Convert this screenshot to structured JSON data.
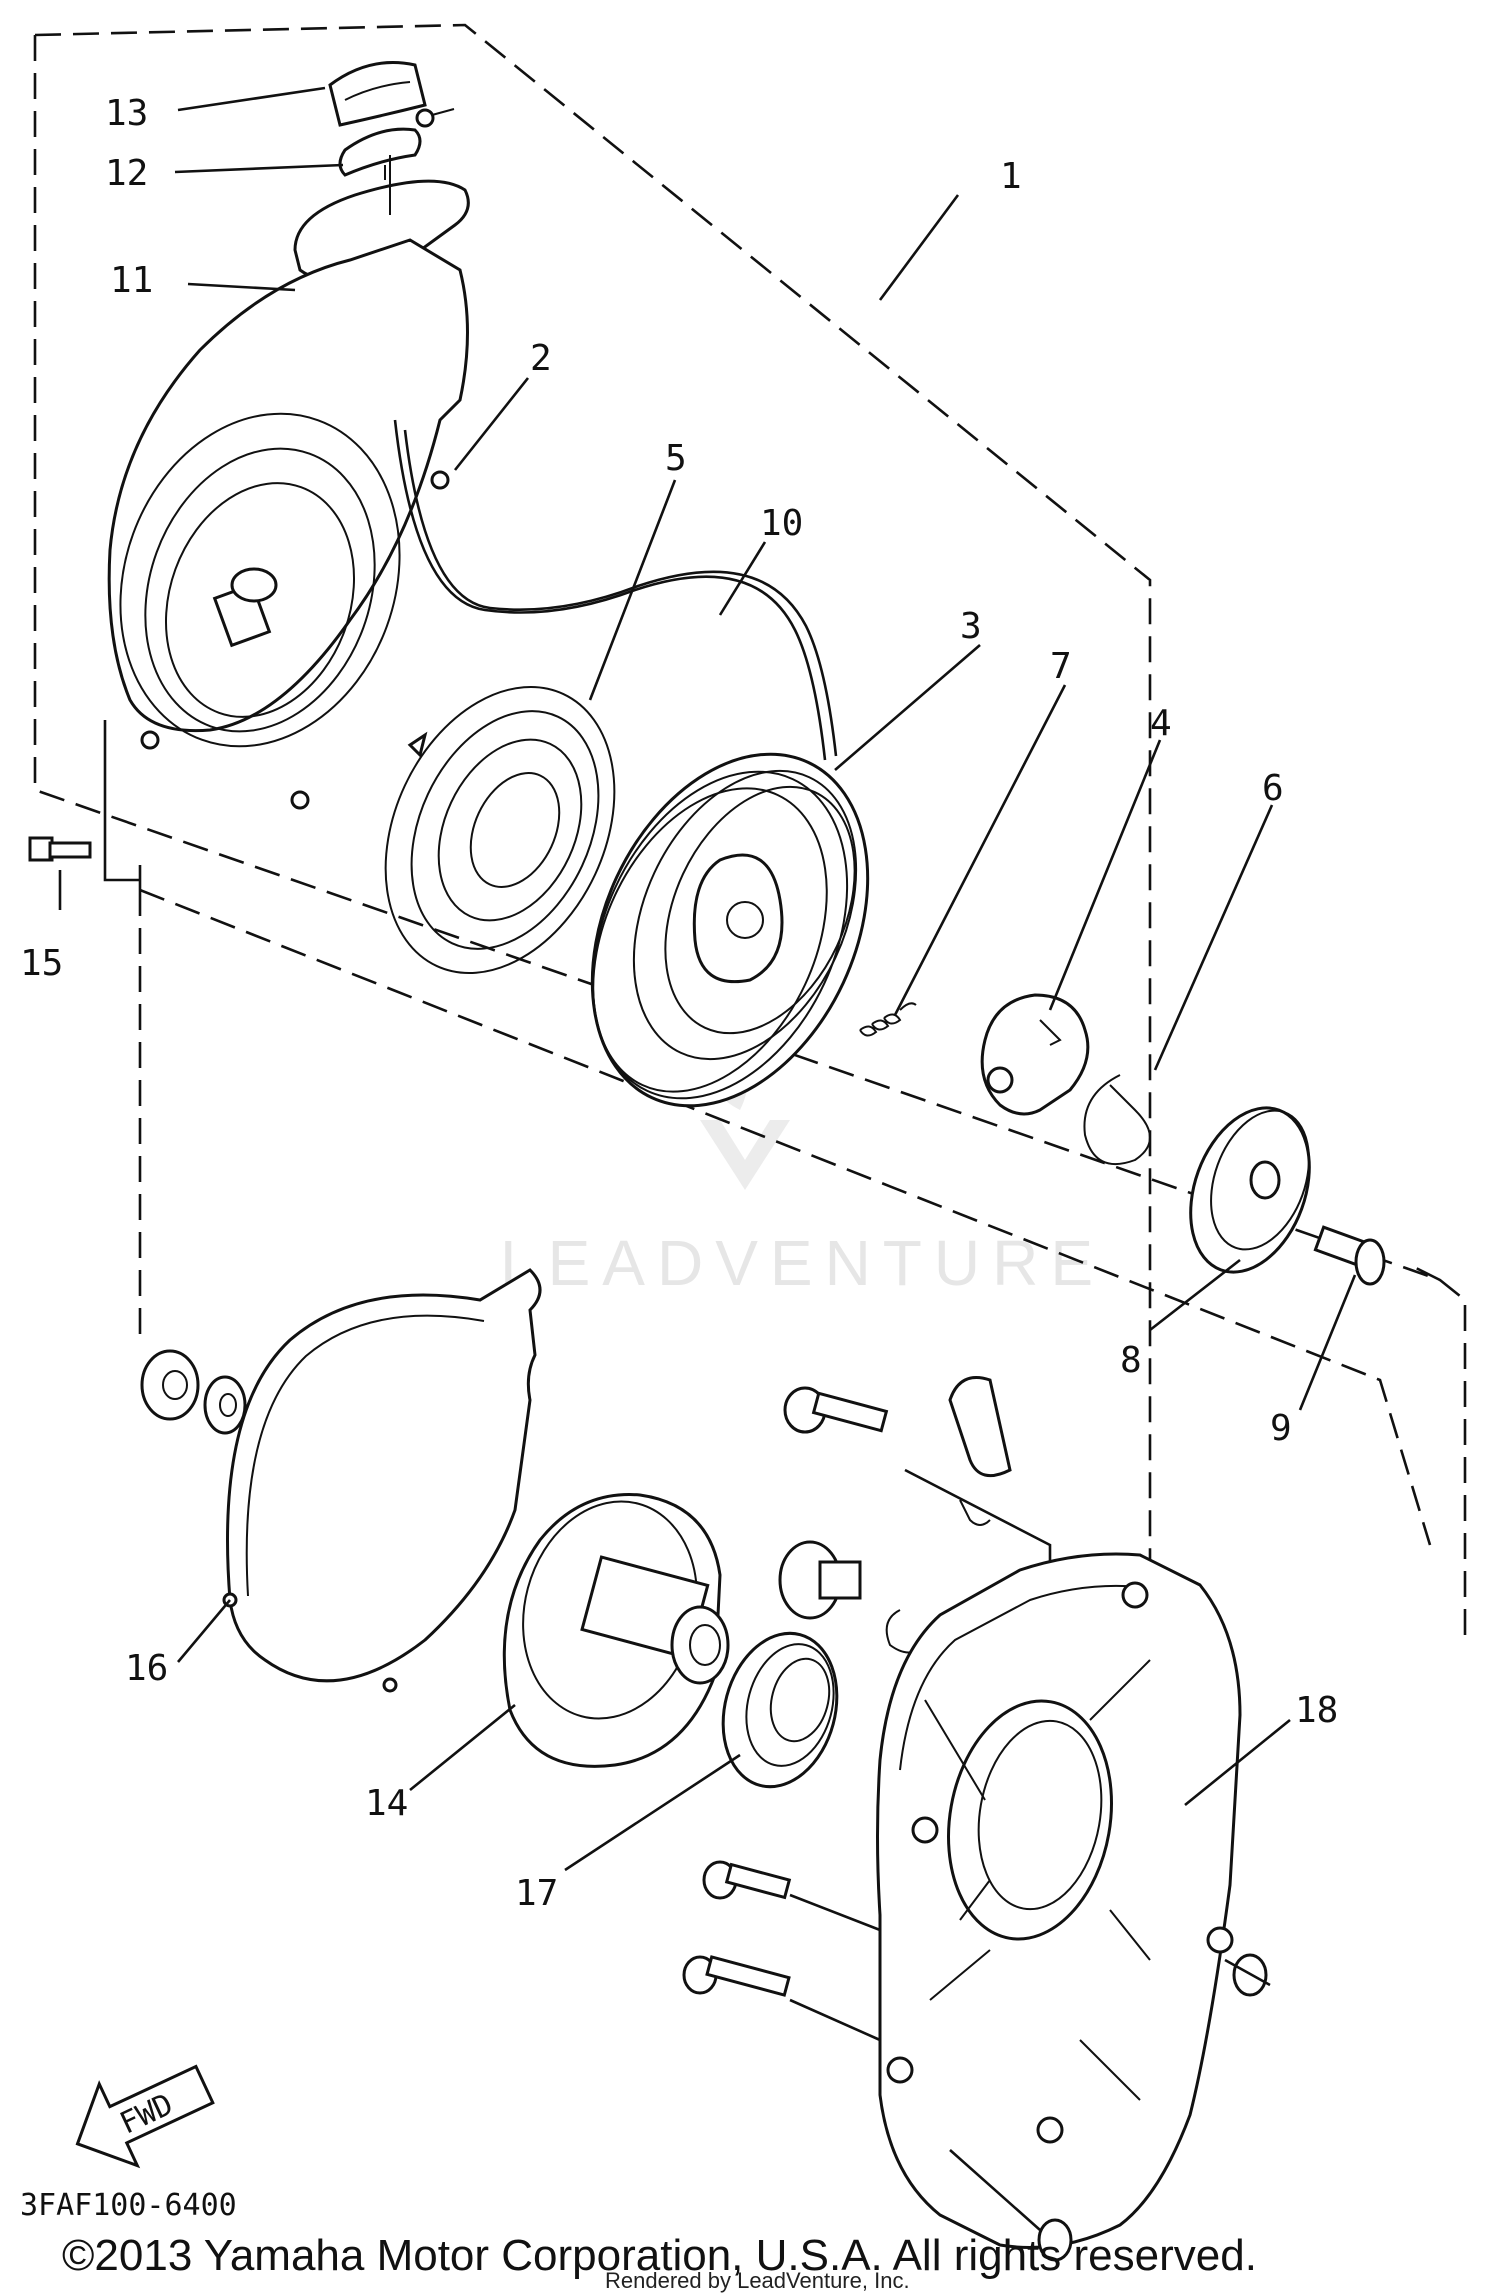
{
  "callouts": [
    {
      "id": "1",
      "label": "1"
    },
    {
      "id": "2",
      "label": "2"
    },
    {
      "id": "3",
      "label": "3"
    },
    {
      "id": "4",
      "label": "4"
    },
    {
      "id": "5",
      "label": "5"
    },
    {
      "id": "6",
      "label": "6"
    },
    {
      "id": "7",
      "label": "7"
    },
    {
      "id": "8",
      "label": "8"
    },
    {
      "id": "9",
      "label": "9"
    },
    {
      "id": "10",
      "label": "10"
    },
    {
      "id": "11",
      "label": "11"
    },
    {
      "id": "12",
      "label": "12"
    },
    {
      "id": "13",
      "label": "13"
    },
    {
      "id": "14",
      "label": "14"
    },
    {
      "id": "15",
      "label": "15"
    },
    {
      "id": "16",
      "label": "16"
    },
    {
      "id": "17",
      "label": "17"
    },
    {
      "id": "18",
      "label": "18"
    }
  ],
  "fwd_label": "FWD",
  "diagram_code": "3FAF100-6400",
  "copyright": "©2013 Yamaha Motor Corporation, U.S.A. All rights reserved.",
  "rendered_by": "Rendered by LeadVenture, Inc.",
  "watermark": "LEADVENTURE"
}
